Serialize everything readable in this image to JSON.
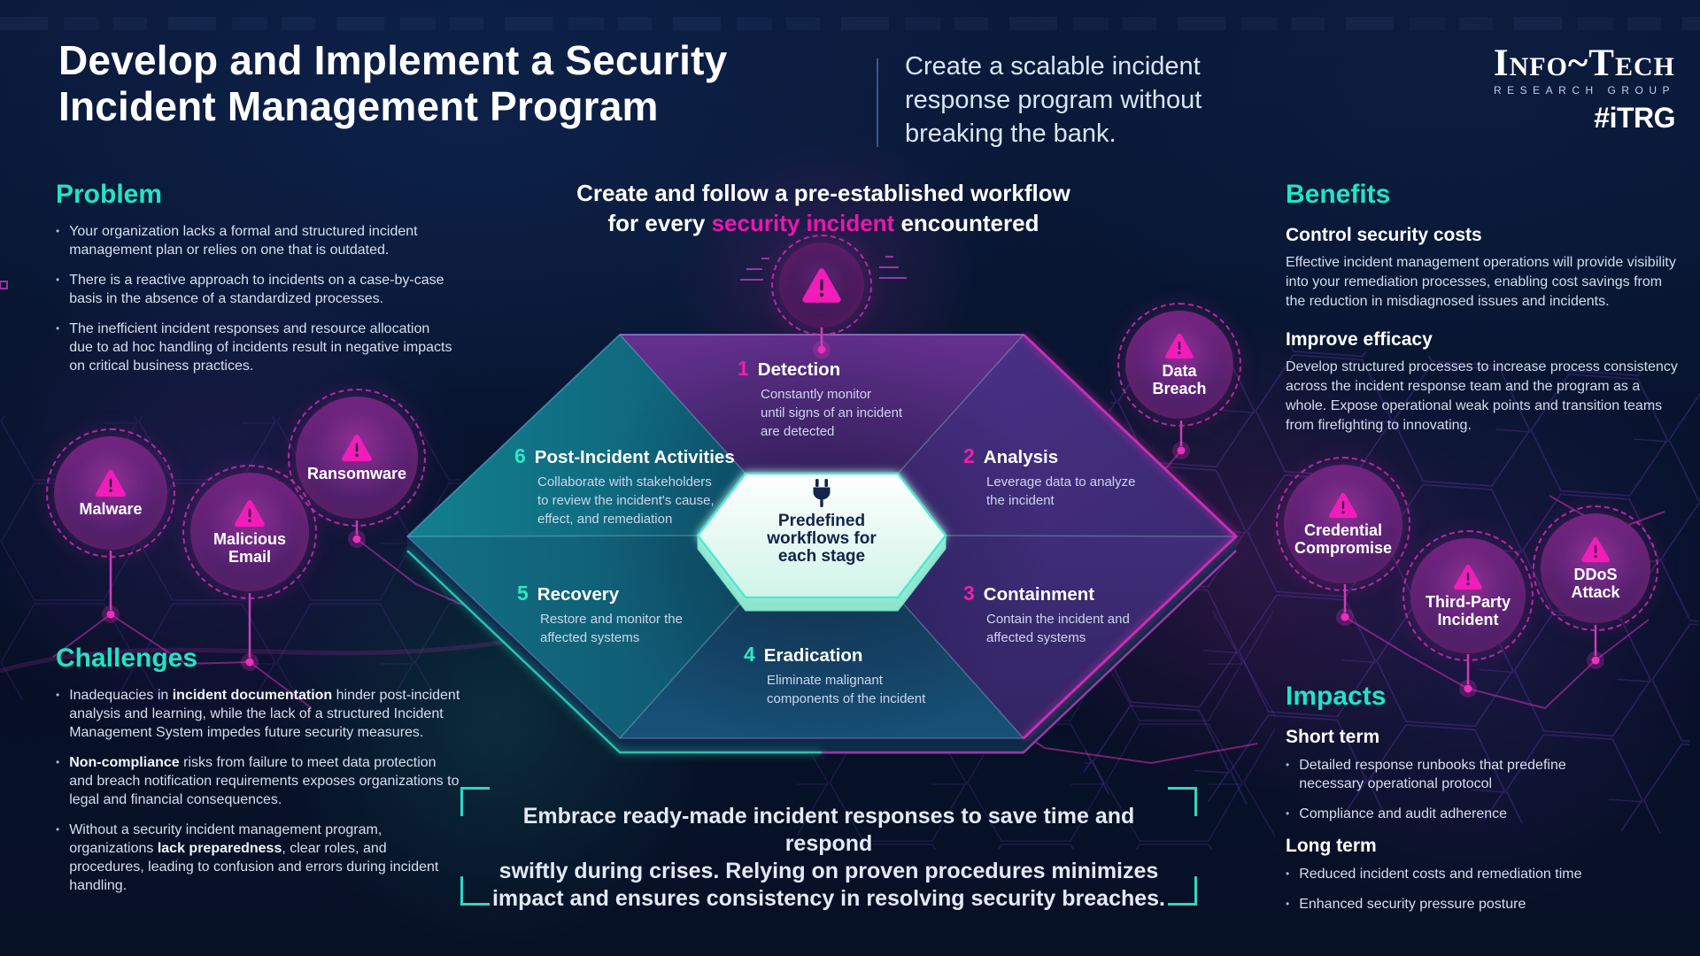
{
  "ui": {
    "bullet": "•"
  },
  "header": {
    "title": "Develop and Implement a Security\nIncident Management Program",
    "subtitle": "Create a scalable incident\nresponse program without\nbreaking the bank.",
    "logo": {
      "brand": "Info~Tech",
      "tagline": "RESEARCH GROUP",
      "hashtag": "#iTRG"
    }
  },
  "problem": {
    "heading": "Problem",
    "bullets": [
      "Your organization lacks a formal and structured incident management plan or relies on one that is outdated.",
      "There is a reactive approach to incidents on a case-by-case basis in the absence of a standardized processes.",
      "The inefficient incident responses and resource allocation due to ad hoc handling of incidents result in negative impacts on critical business practices."
    ]
  },
  "challenges": {
    "heading": "Challenges",
    "bullets": [
      {
        "pre": "Inadequacies in ",
        "bold": "incident documentation",
        "post": " hinder post-incident analysis and learning, while the lack of a structured Incident Management System impedes future security measures."
      },
      {
        "pre": "",
        "bold": "Non-compliance",
        "post": " risks from failure to meet data protection and breach notification requirements exposes organizations to legal and financial consequences."
      },
      {
        "pre": "Without a security incident management program, organizations ",
        "bold": "lack preparedness",
        "post": ", clear roles, and procedures, leading to confusion and errors during incident handling."
      }
    ]
  },
  "workflow": {
    "headline_line1": "Create and follow a pre-established workflow",
    "headline_line2_pre": "for every ",
    "headline_highlight": "security incident",
    "headline_line2_post": " encountered",
    "center_label": "Predefined\nworkflows for\neach stage",
    "stages": [
      {
        "num": "1",
        "title": "Detection",
        "desc": "Constantly monitor\nuntil signs of an incident\nare detected"
      },
      {
        "num": "2",
        "title": "Analysis",
        "desc": "Leverage data to analyze\nthe incident"
      },
      {
        "num": "3",
        "title": "Containment",
        "desc": "Contain the incident and\naffected systems"
      },
      {
        "num": "4",
        "title": "Eradication",
        "desc": "Eliminate malignant\ncomponents of the incident"
      },
      {
        "num": "5",
        "title": "Recovery",
        "desc": "Restore and monitor the\naffected systems"
      },
      {
        "num": "6",
        "title": "Post-Incident Activities",
        "desc": "Collaborate with stakeholders\nto review the incident's cause,\neffect, and remediation"
      }
    ]
  },
  "threat_badges": [
    {
      "label": "Malware"
    },
    {
      "label": "Malicious\nEmail"
    },
    {
      "label": "Ransomware"
    },
    {
      "label": "Data\nBreach"
    },
    {
      "label": "Credential\nCompromise"
    },
    {
      "label": "Third-Party\nIncident"
    },
    {
      "label": "DDoS\nAttack"
    }
  ],
  "benefits": {
    "heading": "Benefits",
    "items": [
      {
        "title": "Control security costs",
        "body": "Effective incident management operations will provide visibility into your remediation processes, enabling cost savings from the reduction in misdiagnosed issues and incidents."
      },
      {
        "title": "Improve efficacy",
        "body": "Develop structured processes to increase process consistency across the incident response team and the program as a whole. Expose operational weak points and transition teams from firefighting to innovating."
      }
    ]
  },
  "impacts": {
    "heading": "Impacts",
    "groups": [
      {
        "title": "Short term",
        "bullets": [
          "Detailed response runbooks that predefine necessary operational protocol",
          "Compliance and audit adherence"
        ]
      },
      {
        "title": "Long term",
        "bullets": [
          "Reduced incident costs and remediation time",
          "Enhanced security pressure posture"
        ]
      }
    ]
  },
  "quote": {
    "text": "Embrace ready-made incident responses to save time and respond\nswiftly during crises. Relying on proven procedures minimizes\nimpact and ensures consistency in resolving security breaches."
  },
  "colors": {
    "accent_teal": "#23E3C3",
    "accent_magenta": "#EA17AE",
    "badge_magenta": "#F21CB8",
    "hexagon_teal": "#12808D",
    "hexagon_purple": "#5B2C82",
    "center_hex_text": "#14234D"
  }
}
